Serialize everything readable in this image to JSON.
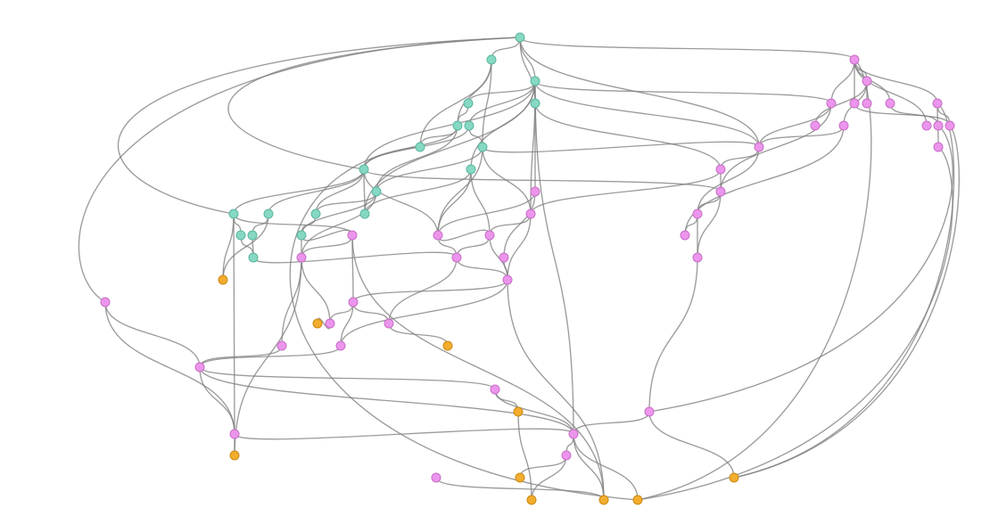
{
  "graph": {
    "layout": "layered-dag-curved-edges",
    "colors": {
      "background": "#ffffff",
      "edge": "#7f7f7f",
      "group_teal": "#86d8c3",
      "group_teal_stroke": "#5bb79f",
      "group_pink": "#ec95ec",
      "group_pink_stroke": "#c86ec8",
      "group_orange": "#f2ad2e",
      "group_orange_stroke": "#cc8a13"
    },
    "node_groups": [
      {
        "name": "teal",
        "count": 19
      },
      {
        "name": "pink",
        "count": 45
      },
      {
        "name": "orange",
        "count": 11
      }
    ],
    "edge_count": 128
  }
}
